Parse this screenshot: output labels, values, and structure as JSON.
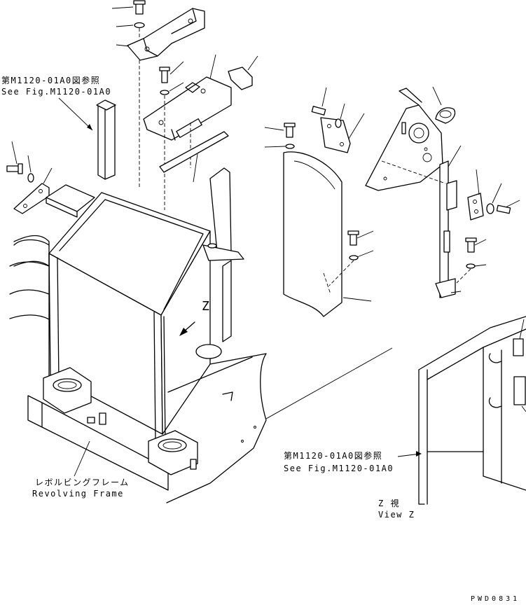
{
  "callouts": {
    "upper_left_ref_jp": "第M1120-01A0図参照",
    "upper_left_ref_en": "See Fig.M1120-01A0",
    "lower_right_ref_jp": "第M1120-01A0図参照",
    "lower_right_ref_en": "See Fig.M1120-01A0",
    "frame_label_jp": "レボルビングフレーム",
    "frame_label_en": "Revolving Frame",
    "view_label_jp": "Z  視",
    "view_label_en": "View Z",
    "view_marker": "Z",
    "drawing_number": "PWD0831"
  }
}
